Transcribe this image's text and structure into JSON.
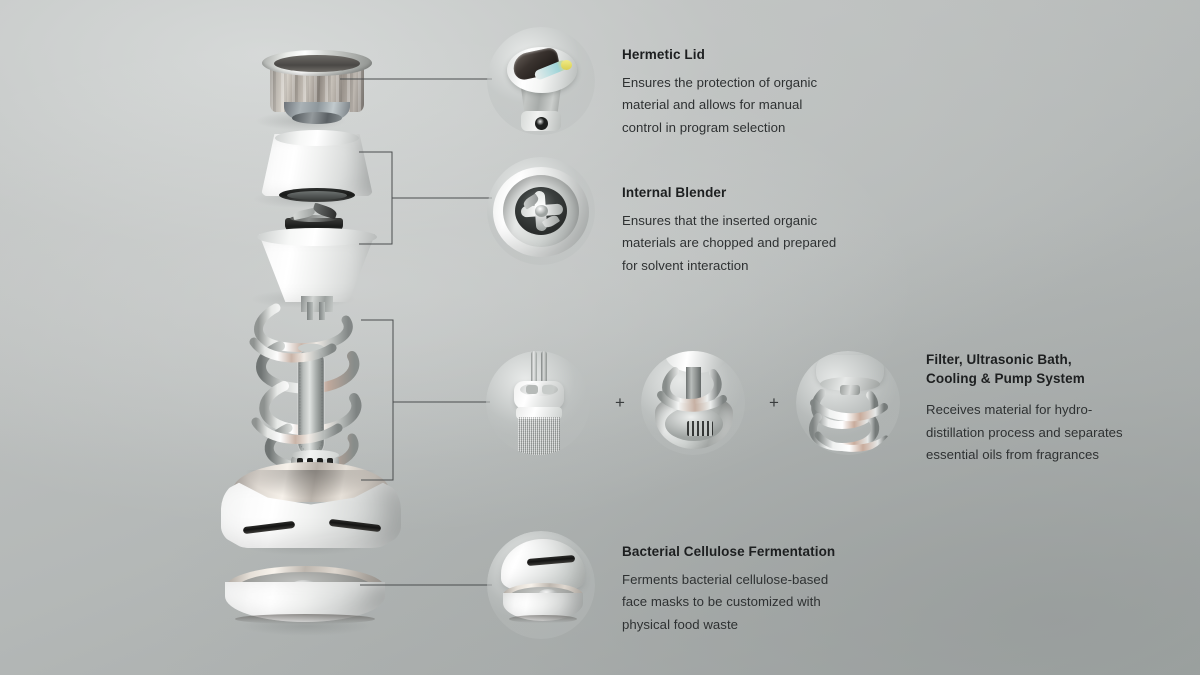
{
  "meta": {
    "background_top": "#c3c6c5",
    "background_bottom": "#9fa4a3",
    "line_color": "#4a4d4e",
    "title_color": "#1d1f20",
    "body_color": "#2e3132",
    "accent_yellow": "#e8e06a",
    "accent_teal": "#9fd4d8"
  },
  "callouts": [
    {
      "id": "hermetic-lid",
      "title": "Hermetic Lid",
      "body": "Ensures the protection of organic\nmaterial and allows for manual\ncontrol in program selection"
    },
    {
      "id": "internal-blender",
      "title": "Internal Blender",
      "body": "Ensures that the inserted organic\nmaterials are chopped and prepared\nfor solvent interaction"
    },
    {
      "id": "filter-ultrasonic-cooling-pump",
      "title": "Filter, Ultrasonic Bath,\nCooling & Pump System",
      "body": "Receives material for hydro-\ndistillation process and separates\nessential oils from fragrances"
    },
    {
      "id": "bacterial-cellulose-fermentation",
      "title": "Bacterial Cellulose Fermentation",
      "body": "Ferments bacterial cellulose-based\nface masks to be customized with\nphysical food waste"
    }
  ],
  "separators": {
    "plus_1": "+",
    "plus_2": "+"
  },
  "detail_images": {
    "lid_detail": "hermetic-lid-detail-image",
    "blender_detail": "internal-blender-detail-image",
    "filter_detail": "filter-cartridge-detail-image",
    "ultrasonic_detail": "ultrasonic-bath-detail-image",
    "coil_detail": "cooling-coil-pump-detail-image",
    "fermentation_detail": "fermentation-dish-detail-image"
  },
  "exploded_parts": {
    "lid": "hermetic-lid-part",
    "upper_vessel": "upper-vessel-part",
    "blender_blade": "blender-blade-part",
    "mid_vessel": "mid-vessel-part",
    "coil": "distillation-coil-part",
    "filter_tube": "filter-tube-part",
    "ring": "pump-ring-part",
    "base": "base-unit-part",
    "dish": "fermentation-dish-part"
  }
}
